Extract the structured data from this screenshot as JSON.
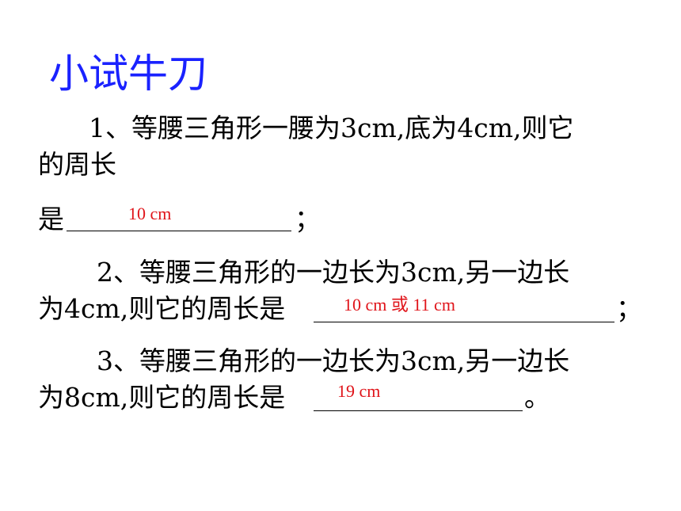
{
  "title": "小试牛刀",
  "q1": {
    "line1": "1、等腰三角形一腰为3cm,底为4cm,则它",
    "line2": "的周长",
    "line3_prefix": "是",
    "suffix": "；",
    "answer": "10 cm"
  },
  "q2": {
    "line1": "2、等腰三角形的一边长为3cm,另一边长",
    "line2_prefix": "为4cm,则它的周长是",
    "suffix": "；",
    "answer": "10 cm 或 11 cm"
  },
  "q3": {
    "line1": "3、等腰三角形的一边长为3cm,另一边长",
    "line2_prefix": "为8cm,则它的周长是",
    "suffix": "。",
    "answer": "19 cm"
  }
}
